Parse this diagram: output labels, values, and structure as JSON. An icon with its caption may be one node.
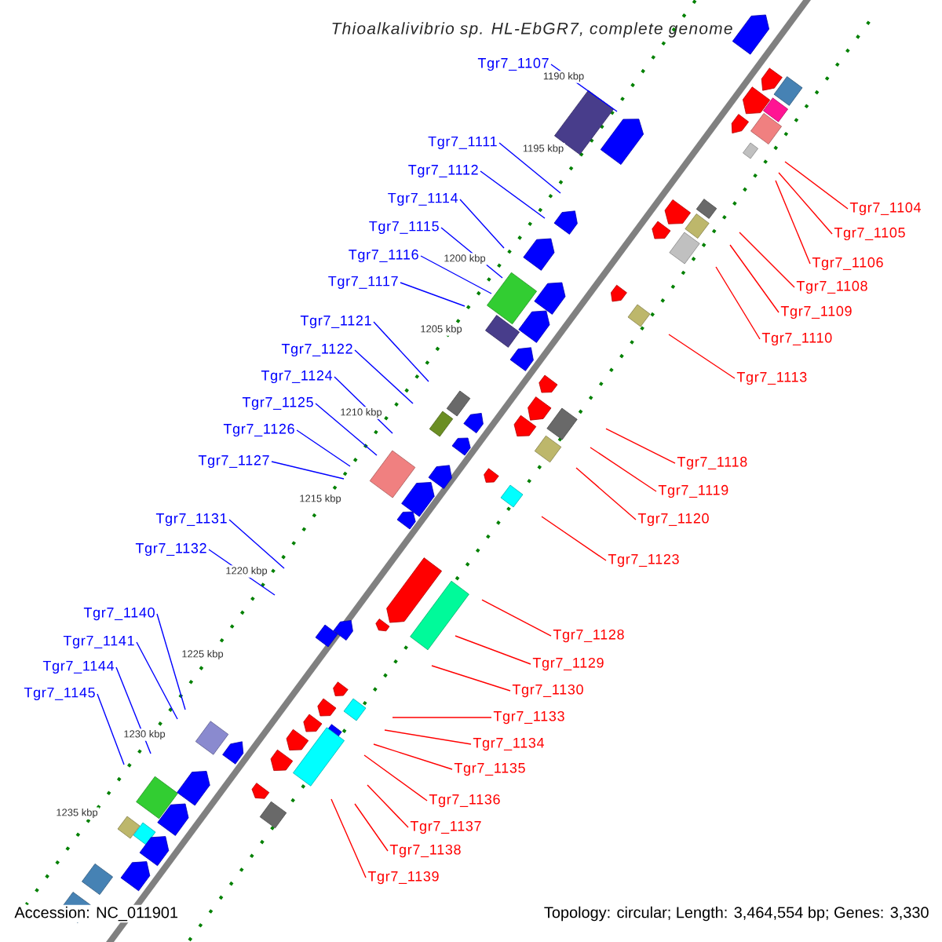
{
  "diagram": {
    "title": "Thioalkalivibrio sp. HL-EbGR7, complete genome",
    "nodes": [
      {
        "text": [
          "Tgr7_1107"
        ]
      },
      {
        "text": [
          "Tgr7_1111"
        ]
      },
      {
        "text": [
          "Tgr7_1112"
        ]
      },
      {
        "text": [
          "Tgr7_1114"
        ]
      },
      {
        "text": [
          "Tgr7_1115"
        ]
      },
      {
        "text": [
          "Tgr7_1116"
        ]
      },
      {
        "text": [
          "Tgr7_1117"
        ]
      },
      {
        "text": [
          "Tgr7_1121"
        ]
      },
      {
        "text": [
          "Tgr7_1122"
        ]
      },
      {
        "text": [
          "Tgr7_1124"
        ]
      },
      {
        "text": [
          "Tgr7_1125"
        ]
      },
      {
        "text": [
          "Tgr7_1126"
        ]
      },
      {
        "text": [
          "Tgr7_1127"
        ]
      },
      {
        "text": [
          "Tgr7_1131"
        ]
      },
      {
        "text": [
          "Tgr7_1132"
        ]
      },
      {
        "text": [
          "Tgr7_1140"
        ]
      },
      {
        "text": [
          "Tgr7_1141"
        ]
      },
      {
        "text": [
          "Tgr7_1144"
        ]
      },
      {
        "text": [
          "Tgr7_1145"
        ]
      },
      {
        "text": [
          "Tgr7_1104"
        ]
      },
      {
        "text": [
          "Tgr7_1105"
        ]
      },
      {
        "text": [
          "Tgr7_1106"
        ]
      },
      {
        "text": [
          "Tgr7_1108"
        ]
      },
      {
        "text": [
          "Tgr7_1109"
        ]
      },
      {
        "text": [
          "Tgr7_1110"
        ]
      },
      {
        "text": [
          "Tgr7_1113"
        ]
      },
      {
        "text": [
          "Tgr7_1118"
        ]
      },
      {
        "text": [
          "Tgr7_1119"
        ]
      },
      {
        "text": [
          "Tgr7_1120"
        ]
      },
      {
        "text": [
          "Tgr7_1123"
        ]
      },
      {
        "text": [
          "Tgr7_1128"
        ]
      },
      {
        "text": [
          "Tgr7_1129"
        ]
      },
      {
        "text": [
          "Tgr7_1130"
        ]
      },
      {
        "text": [
          "Tgr7_1133"
        ]
      },
      {
        "text": [
          "Tgr7_1134"
        ]
      },
      {
        "text": [
          "Tgr7_1135"
        ]
      },
      {
        "text": [
          "Tgr7_1136"
        ]
      },
      {
        "text": [
          "Tgr7_1137"
        ]
      },
      {
        "text": [
          "Tgr7_1138"
        ]
      },
      {
        "text": [
          "Tgr7_1139"
        ]
      }
    ],
    "edges": [
      {
        "from": 0,
        "to": null,
        "arrow": "none",
        "color": "#0000ff"
      },
      {
        "from": 1,
        "to": null,
        "arrow": "none",
        "color": "#0000ff"
      },
      {
        "from": 2,
        "to": null,
        "arrow": "none",
        "color": "#0000ff"
      },
      {
        "from": 3,
        "to": null,
        "arrow": "none",
        "color": "#0000ff"
      },
      {
        "from": 4,
        "to": null,
        "arrow": "none",
        "color": "#0000ff"
      },
      {
        "from": 5,
        "to": null,
        "arrow": "none",
        "color": "#0000ff"
      },
      {
        "from": 6,
        "to": null,
        "arrow": "none",
        "color": "#0000ff"
      },
      {
        "from": 7,
        "to": null,
        "arrow": "none",
        "color": "#0000ff"
      },
      {
        "from": 8,
        "to": null,
        "arrow": "none",
        "color": "#0000ff"
      },
      {
        "from": 9,
        "to": null,
        "arrow": "none",
        "color": "#0000ff"
      },
      {
        "from": 10,
        "to": null,
        "arrow": "none",
        "color": "#0000ff"
      },
      {
        "from": 11,
        "to": null,
        "arrow": "none",
        "color": "#0000ff"
      },
      {
        "from": 12,
        "to": null,
        "arrow": "none",
        "color": "#0000ff"
      },
      {
        "from": 13,
        "to": null,
        "arrow": "none",
        "color": "#0000ff"
      },
      {
        "from": 14,
        "to": null,
        "arrow": "none",
        "color": "#0000ff"
      },
      {
        "from": 15,
        "to": null,
        "arrow": "none",
        "color": "#0000ff"
      },
      {
        "from": 16,
        "to": null,
        "arrow": "none",
        "color": "#0000ff"
      },
      {
        "from": 17,
        "to": null,
        "arrow": "none",
        "color": "#0000ff"
      },
      {
        "from": 18,
        "to": null,
        "arrow": "none",
        "color": "#0000ff"
      },
      {
        "from": 19,
        "to": null,
        "arrow": "none"
      },
      {
        "from": 20,
        "to": null,
        "arrow": "none"
      },
      {
        "from": 21,
        "to": null,
        "arrow": "none"
      },
      {
        "from": 22,
        "to": null,
        "arrow": "none"
      },
      {
        "from": 23,
        "to": null,
        "arrow": "none"
      },
      {
        "from": 24,
        "to": null,
        "arrow": "none"
      },
      {
        "from": 25,
        "to": null,
        "arrow": "none"
      },
      {
        "from": 26,
        "to": null,
        "arrow": "none"
      },
      {
        "from": 27,
        "to": null,
        "arrow": "none"
      },
      {
        "from": 28,
        "to": null,
        "arrow": "none"
      },
      {
        "from": 29,
        "to": null,
        "arrow": "none"
      },
      {
        "from": 30,
        "to": null,
        "arrow": "none"
      },
      {
        "from": 31,
        "to": null,
        "arrow": "none"
      },
      {
        "from": 32,
        "to": null,
        "arrow": "none"
      },
      {
        "from": 33,
        "to": null,
        "arrow": "none"
      },
      {
        "from": 34,
        "to": null,
        "arrow": "none"
      },
      {
        "from": 35,
        "to": null,
        "arrow": "none"
      },
      {
        "from": 36,
        "to": null,
        "arrow": "none"
      },
      {
        "from": 37,
        "to": null,
        "arrow": "none"
      },
      {
        "from": 38,
        "to": null,
        "arrow": "none"
      },
      {
        "from": 39,
        "to": null,
        "arrow": "none"
      }
    ],
    "labels": [
      "1190 kbp",
      "1195 kbp",
      "1200 kbp",
      "1205 kbp",
      "1210 kbp",
      "1215 kbp",
      "1220 kbp",
      "1225 kbp",
      "1230 kbp",
      "1235 kbp",
      "Accession: NC_011901",
      "Topology: circular; Length: 3,464,554 bp; Genes: 3,330"
    ]
  }
}
